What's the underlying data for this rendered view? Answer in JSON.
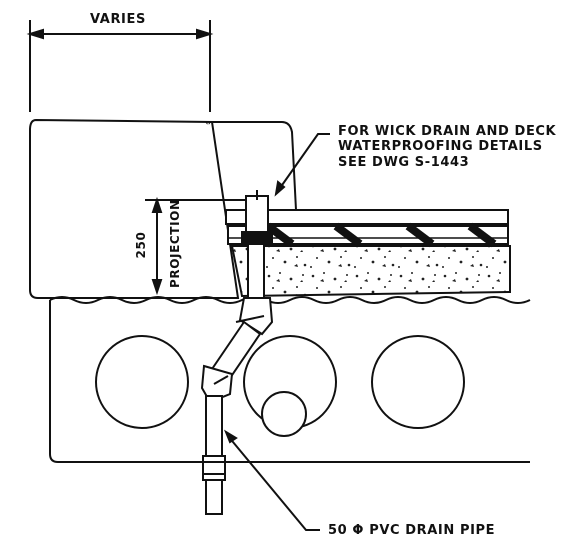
{
  "labels": {
    "dimension_top": "VARIES",
    "callout_line1": "FOR WICK DRAIN AND DECK",
    "callout_line2": "WATERPROOFING DETAILS",
    "callout_line3": "SEE DWG S-1443",
    "dimension_height": "250",
    "projection": "PROJECTION",
    "pipe_label": "50 Φ PVC DRAIN PIPE"
  }
}
